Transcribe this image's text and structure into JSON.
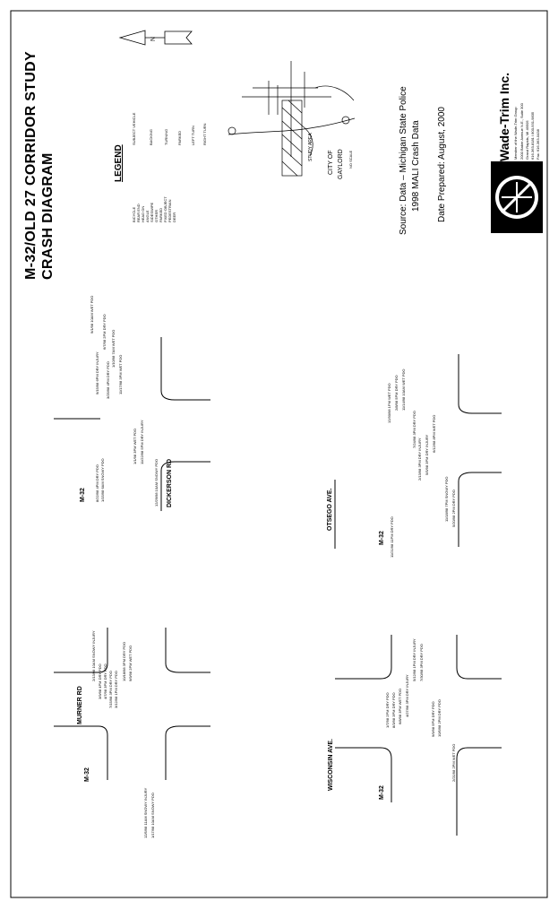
{
  "title": {
    "line1": "M-32/OLD 27 CORRIDOR STUDY",
    "line2": "CRASH DIAGRAM"
  },
  "north_arrow_label": "N",
  "legend": {
    "title": "LEGEND",
    "items_left": [
      "BICYCLE",
      "REAR END",
      "HEAD ON",
      "ANGLE",
      "SIDESWIPE",
      "OTHER",
      "PARKED",
      "FIXED OBJECT",
      "PEDESTRIAN",
      "DEER"
    ],
    "items_right": [
      "SUBJECT VEHICLE",
      "BACKING",
      "TURNING",
      "PARKED",
      "LEFT TURN",
      "RIGHT TURN"
    ]
  },
  "location_map": {
    "study_area": "STUDY AREA",
    "city_line1": "CITY OF",
    "city_line2": "GAYLORD",
    "scale": "NO SCALE"
  },
  "source": {
    "line1": "Source:   Data – Michigan State Police",
    "line2": "1998 MALI Crash Data",
    "prepared": "Date Prepared:   August, 2000"
  },
  "logo": {
    "name": "Wade-Trim Inc.",
    "tagline": "Member of the Wade-Trim Group",
    "address1": "2000 Baker Avenue N.E., Suite 300",
    "address2": "Grand Rapids, MI 49505",
    "phone": "616-363-8181 / 800-931-9835",
    "fax": "Fax: 616-363-0438"
  },
  "intersections": {
    "dickerson": {
      "main_road": "M-32",
      "cross_road": "DICKERSON RD",
      "crashes": [
        "9/1/98 10AM WET PDO",
        "8/22/98 4PM DRY PDO",
        "1/15/98 6AM SNOWY PDO",
        "3/25/98 4PM DRY PDO",
        "1/10/98 7AM WET PDO",
        "6/7/98 2PM DRY PDO",
        "9/15/98 6PM DRY INJURY",
        "11/17/98 3PM WET PDO",
        "1/1/98 3PM WET PDO",
        "11/22/98 5PM DRY INJURY",
        "12/29/98 10AM SNOWY PDO"
      ]
    },
    "otsego": {
      "main_road": "M-32",
      "cross_road": "OTSEGO AVE.",
      "crashes": [
        "12/30/98 1PM WET PDO",
        "2/8/98 5PM DRY PDO",
        "11/14/98 10AM WET PDO",
        "7/24/98 3PM DRY PDO",
        "2/13/98 3PM DRY INJURY",
        "5/5/98 3PM DRY INJURY",
        "11/18/98 7PM SNOWY PDO",
        "11/21/98 11PM DRY PDO",
        "5/20/98 2PM DRY PDO",
        "6/12/98 8PM WET PDO"
      ]
    },
    "murner": {
      "main_road": "M-32",
      "cross_road": "MURNER RD",
      "crashes": [
        "2/13/98 10AM SNOWY INJURY",
        "3/9/98 4PM DRY PDO",
        "4/7/98 3PM DRY PDO",
        "7/15/98 3PM DRY PDO",
        "3/12/98 1PM DRY PDO",
        "10/18/98 3PM DRY PDO",
        "9/9/98 2PM WET PDO",
        "12/5/98 11AM SNOWY INJURY",
        "1/17/98 10AM SNOWY PDO"
      ]
    },
    "wisconsin": {
      "main_road": "M-32",
      "cross_road": "WISCONSIN AVE.",
      "crashes": [
        "1/7/98 2PM DRY PDO",
        "8/3/98 3PM DRY PDO",
        "6/8/98 3PM WET PDO",
        "4/27/98 3PM DRY INJURY",
        "9/9/98 5PM DRY PDO",
        "10/5/98 2PM DRY PDO",
        "2/21/98 2PM WET PDO",
        "5/12/98 1PM DRY INJURY",
        "7/30/98 3PM DRY PDO"
      ]
    }
  }
}
